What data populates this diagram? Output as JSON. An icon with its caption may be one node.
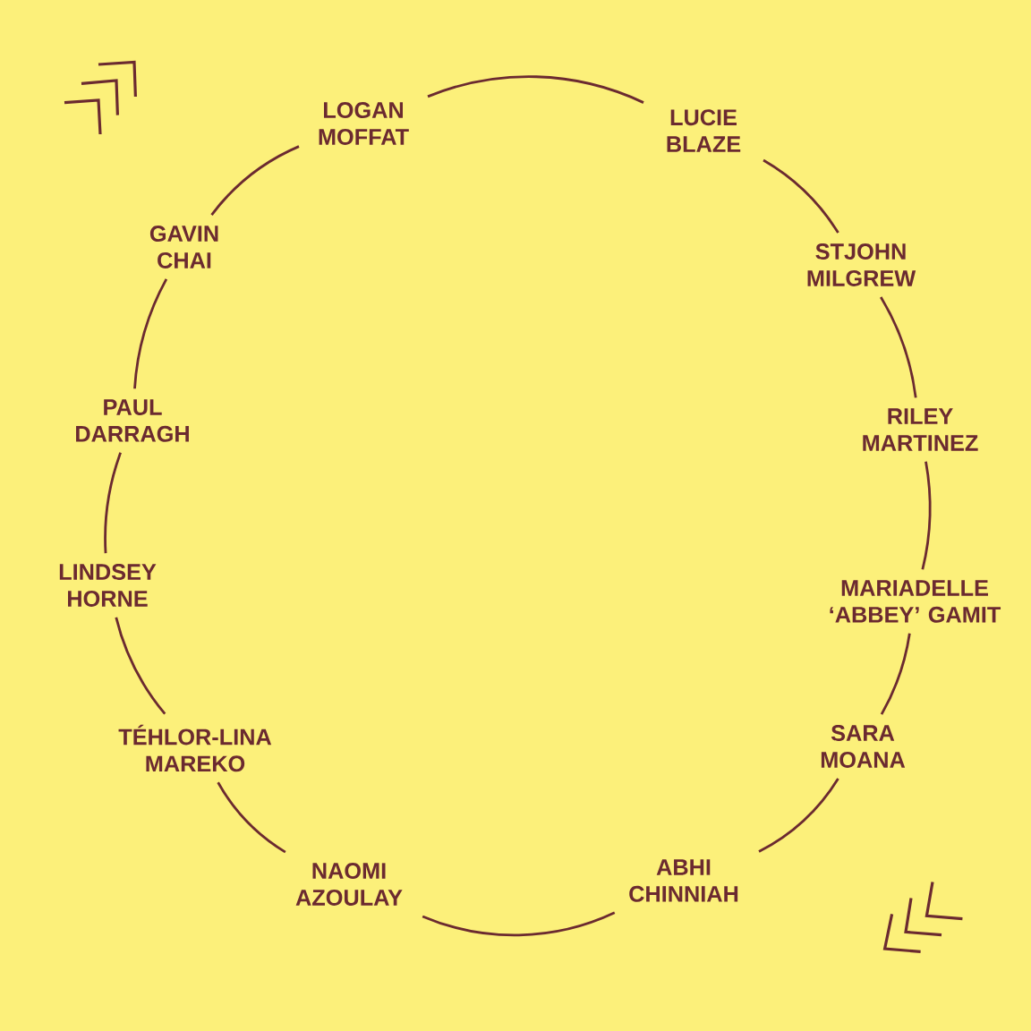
{
  "diagram": {
    "nodes": [
      {
        "text": [
          "LOGAN MOFFAT"
        ]
      },
      {
        "text": [
          "LUCIE BLAZE"
        ]
      },
      {
        "text": [
          "STJOHN MILGREW"
        ]
      },
      {
        "text": [
          "RILEY MARTINEZ"
        ]
      },
      {
        "text": [
          "MARIADELLE ‘ABBEY’ GAMIT"
        ]
      },
      {
        "text": [
          "SARA MOANA"
        ]
      },
      {
        "text": [
          "ABHI CHINNIAH"
        ]
      },
      {
        "text": [
          "NAOMI AZOULAY"
        ]
      },
      {
        "text": [
          "TÉHLOR-LINA MAREKO"
        ]
      },
      {
        "text": [
          "LINDSEY HORNE"
        ]
      },
      {
        "text": [
          "PAUL DARRAGH"
        ]
      },
      {
        "text": [
          "GAVIN CHAI"
        ]
      }
    ],
    "edges": [
      {
        "from": 0,
        "to": 1,
        "arrow": "none"
      },
      {
        "from": 1,
        "to": 2,
        "arrow": "none"
      },
      {
        "from": 2,
        "to": 3,
        "arrow": "none"
      },
      {
        "from": 3,
        "to": 4,
        "arrow": "none"
      },
      {
        "from": 4,
        "to": 5,
        "arrow": "none"
      },
      {
        "from": 5,
        "to": 6,
        "arrow": "none"
      },
      {
        "from": 6,
        "to": 7,
        "arrow": "none"
      },
      {
        "from": 7,
        "to": 8,
        "arrow": "none"
      },
      {
        "from": 8,
        "to": 9,
        "arrow": "none"
      },
      {
        "from": 9,
        "to": 10,
        "arrow": "none"
      },
      {
        "from": 10,
        "to": 11,
        "arrow": "none"
      },
      {
        "from": 11,
        "to": 0,
        "arrow": "none"
      }
    ]
  }
}
